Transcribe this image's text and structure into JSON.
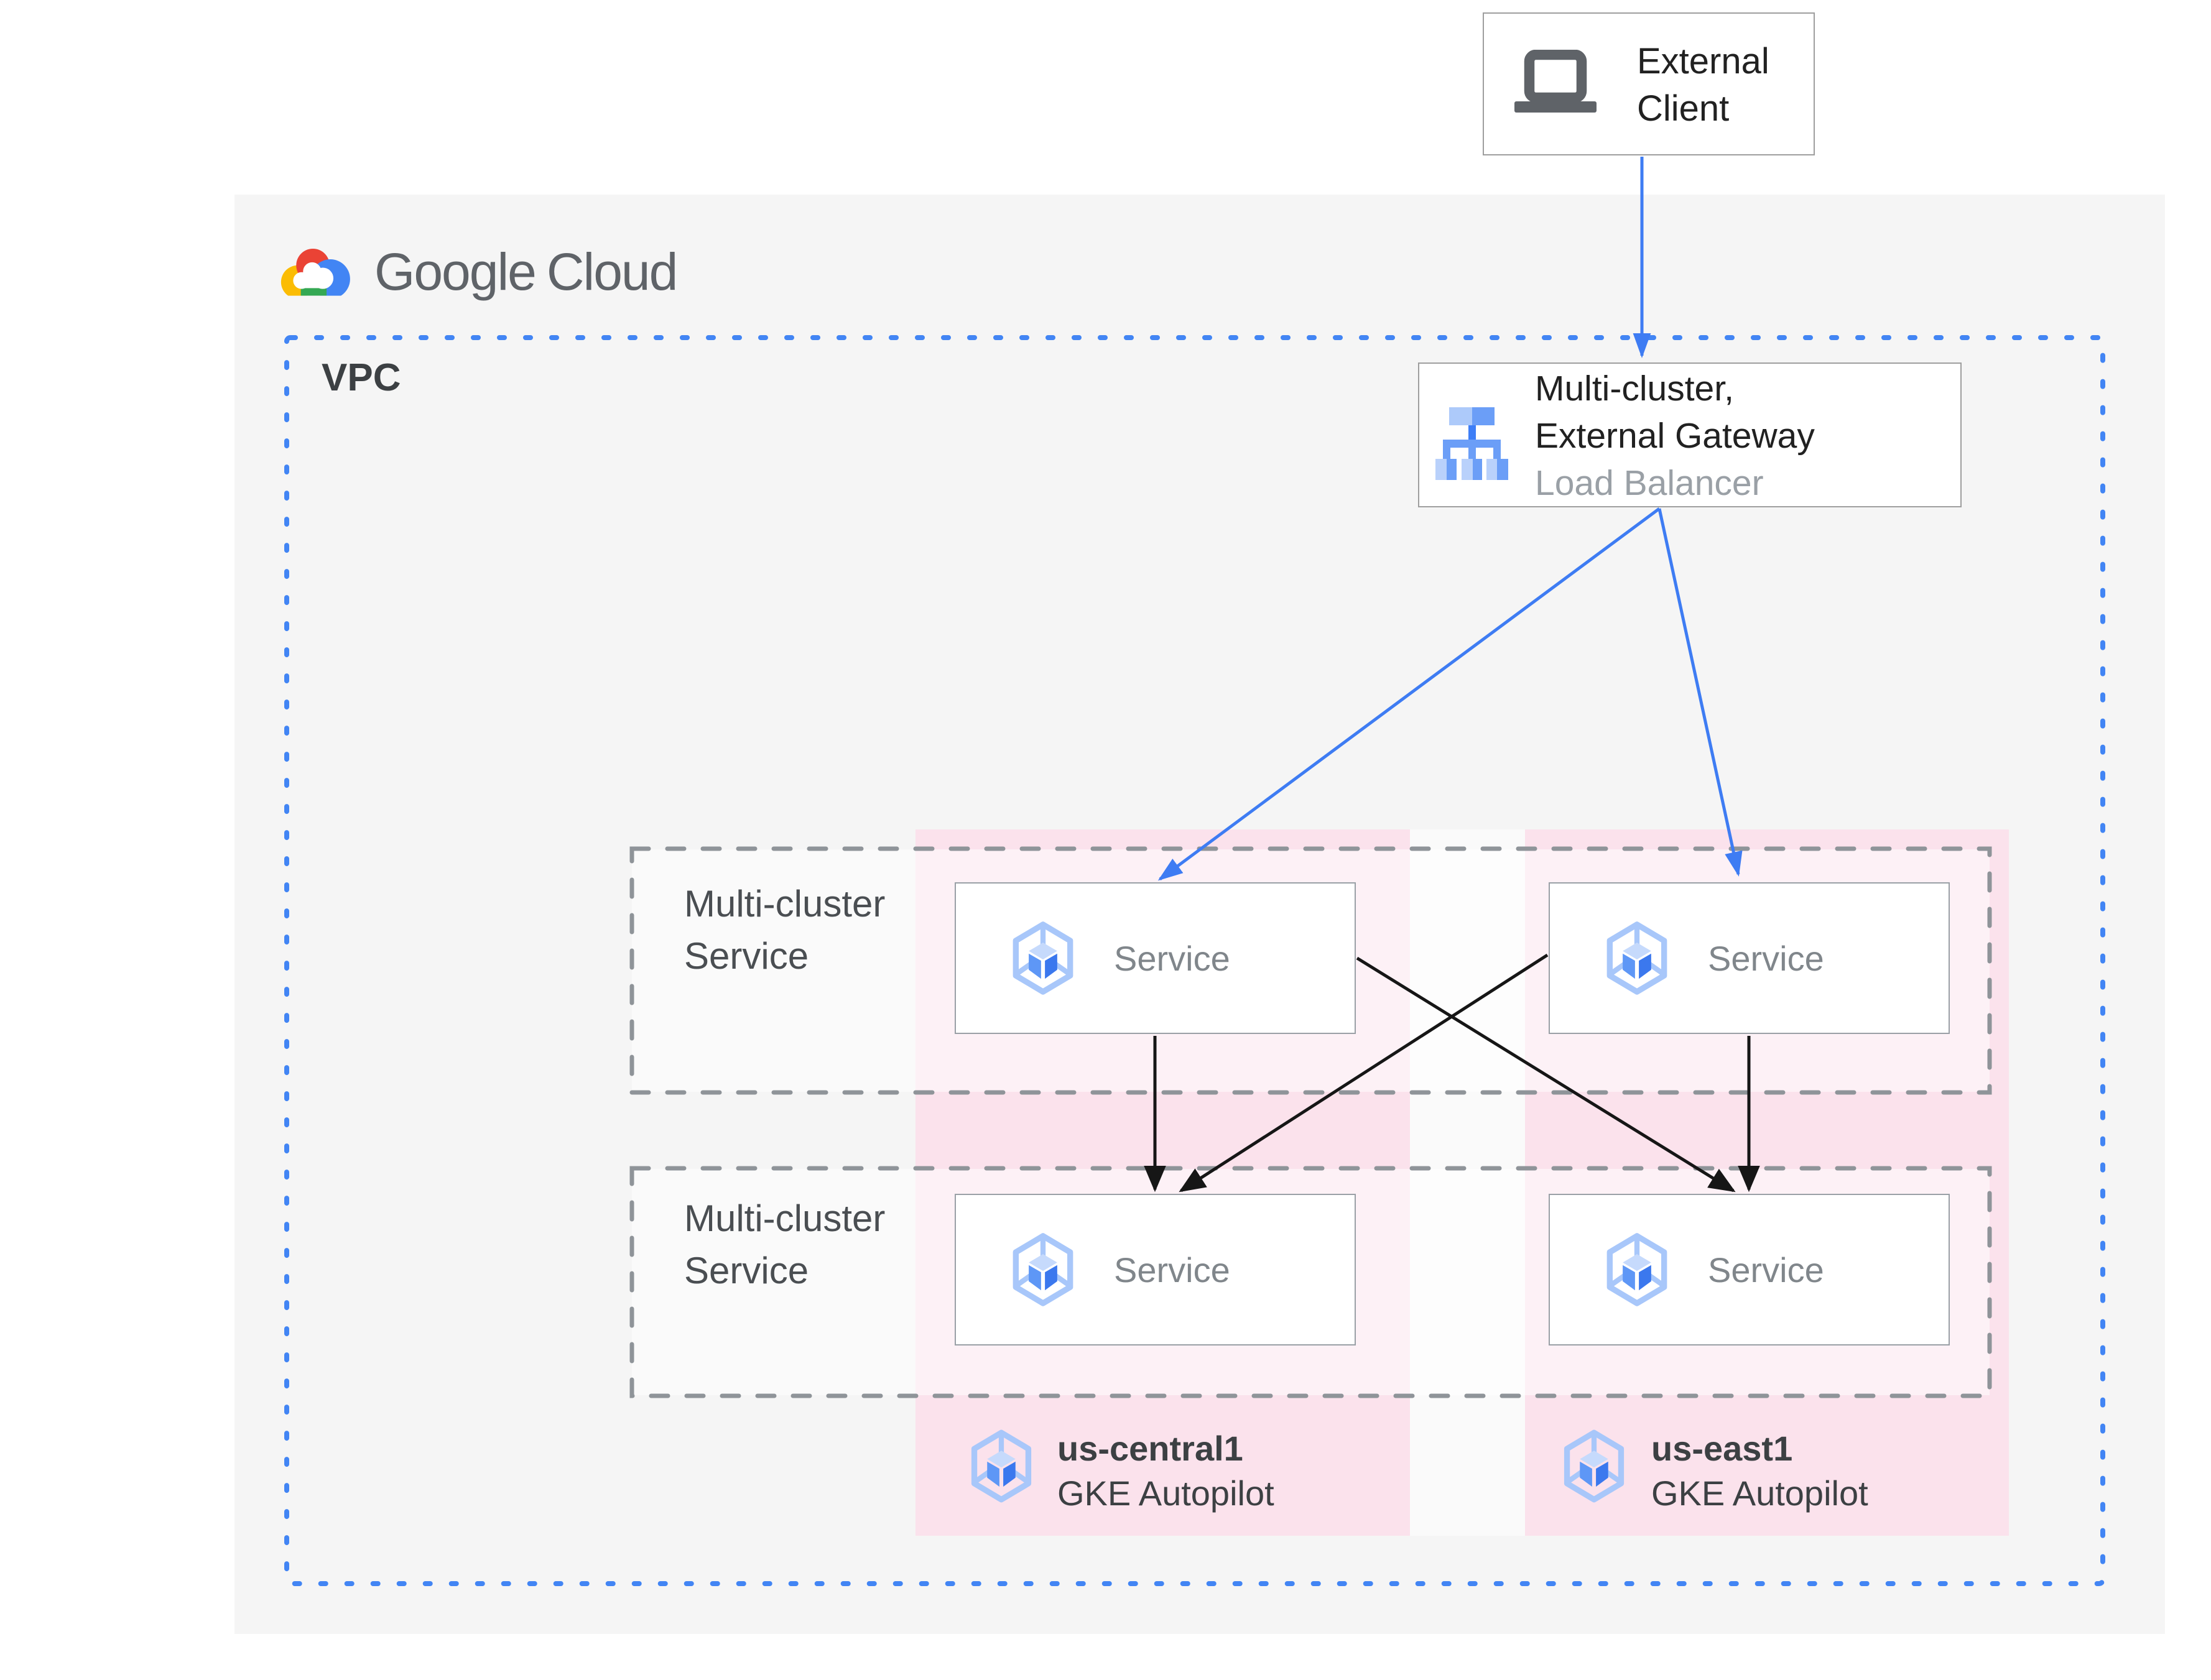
{
  "brand": {
    "google": "Google",
    "cloud": "Cloud"
  },
  "vpc": {
    "label": "VPC"
  },
  "external_client": {
    "line1": "External",
    "line2": "Client"
  },
  "load_balancer": {
    "line1": "Multi-cluster,",
    "line2": "External Gateway",
    "line3": "Load Balancer"
  },
  "groups": [
    {
      "line1": "Multi-cluster",
      "line2": "Service"
    },
    {
      "line1": "Multi-cluster",
      "line2": "Service"
    }
  ],
  "services": [
    {
      "label": "Service"
    },
    {
      "label": "Service"
    },
    {
      "label": "Service"
    },
    {
      "label": "Service"
    }
  ],
  "clusters": [
    {
      "region": "us-central1",
      "platform": "GKE Autopilot"
    },
    {
      "region": "us-east1",
      "platform": "GKE Autopilot"
    }
  ],
  "colors": {
    "accent_blue": "#4285f4",
    "arrow_black": "#161616",
    "card_background": "#f5f5f5",
    "cluster_pink": "#fbe2ec",
    "dashed_gray": "#8f9499",
    "text_dark": "#212121",
    "text_gray": "#80868b",
    "google_red": "#ea4335",
    "google_yellow": "#fbbc04",
    "google_green": "#34a853"
  }
}
